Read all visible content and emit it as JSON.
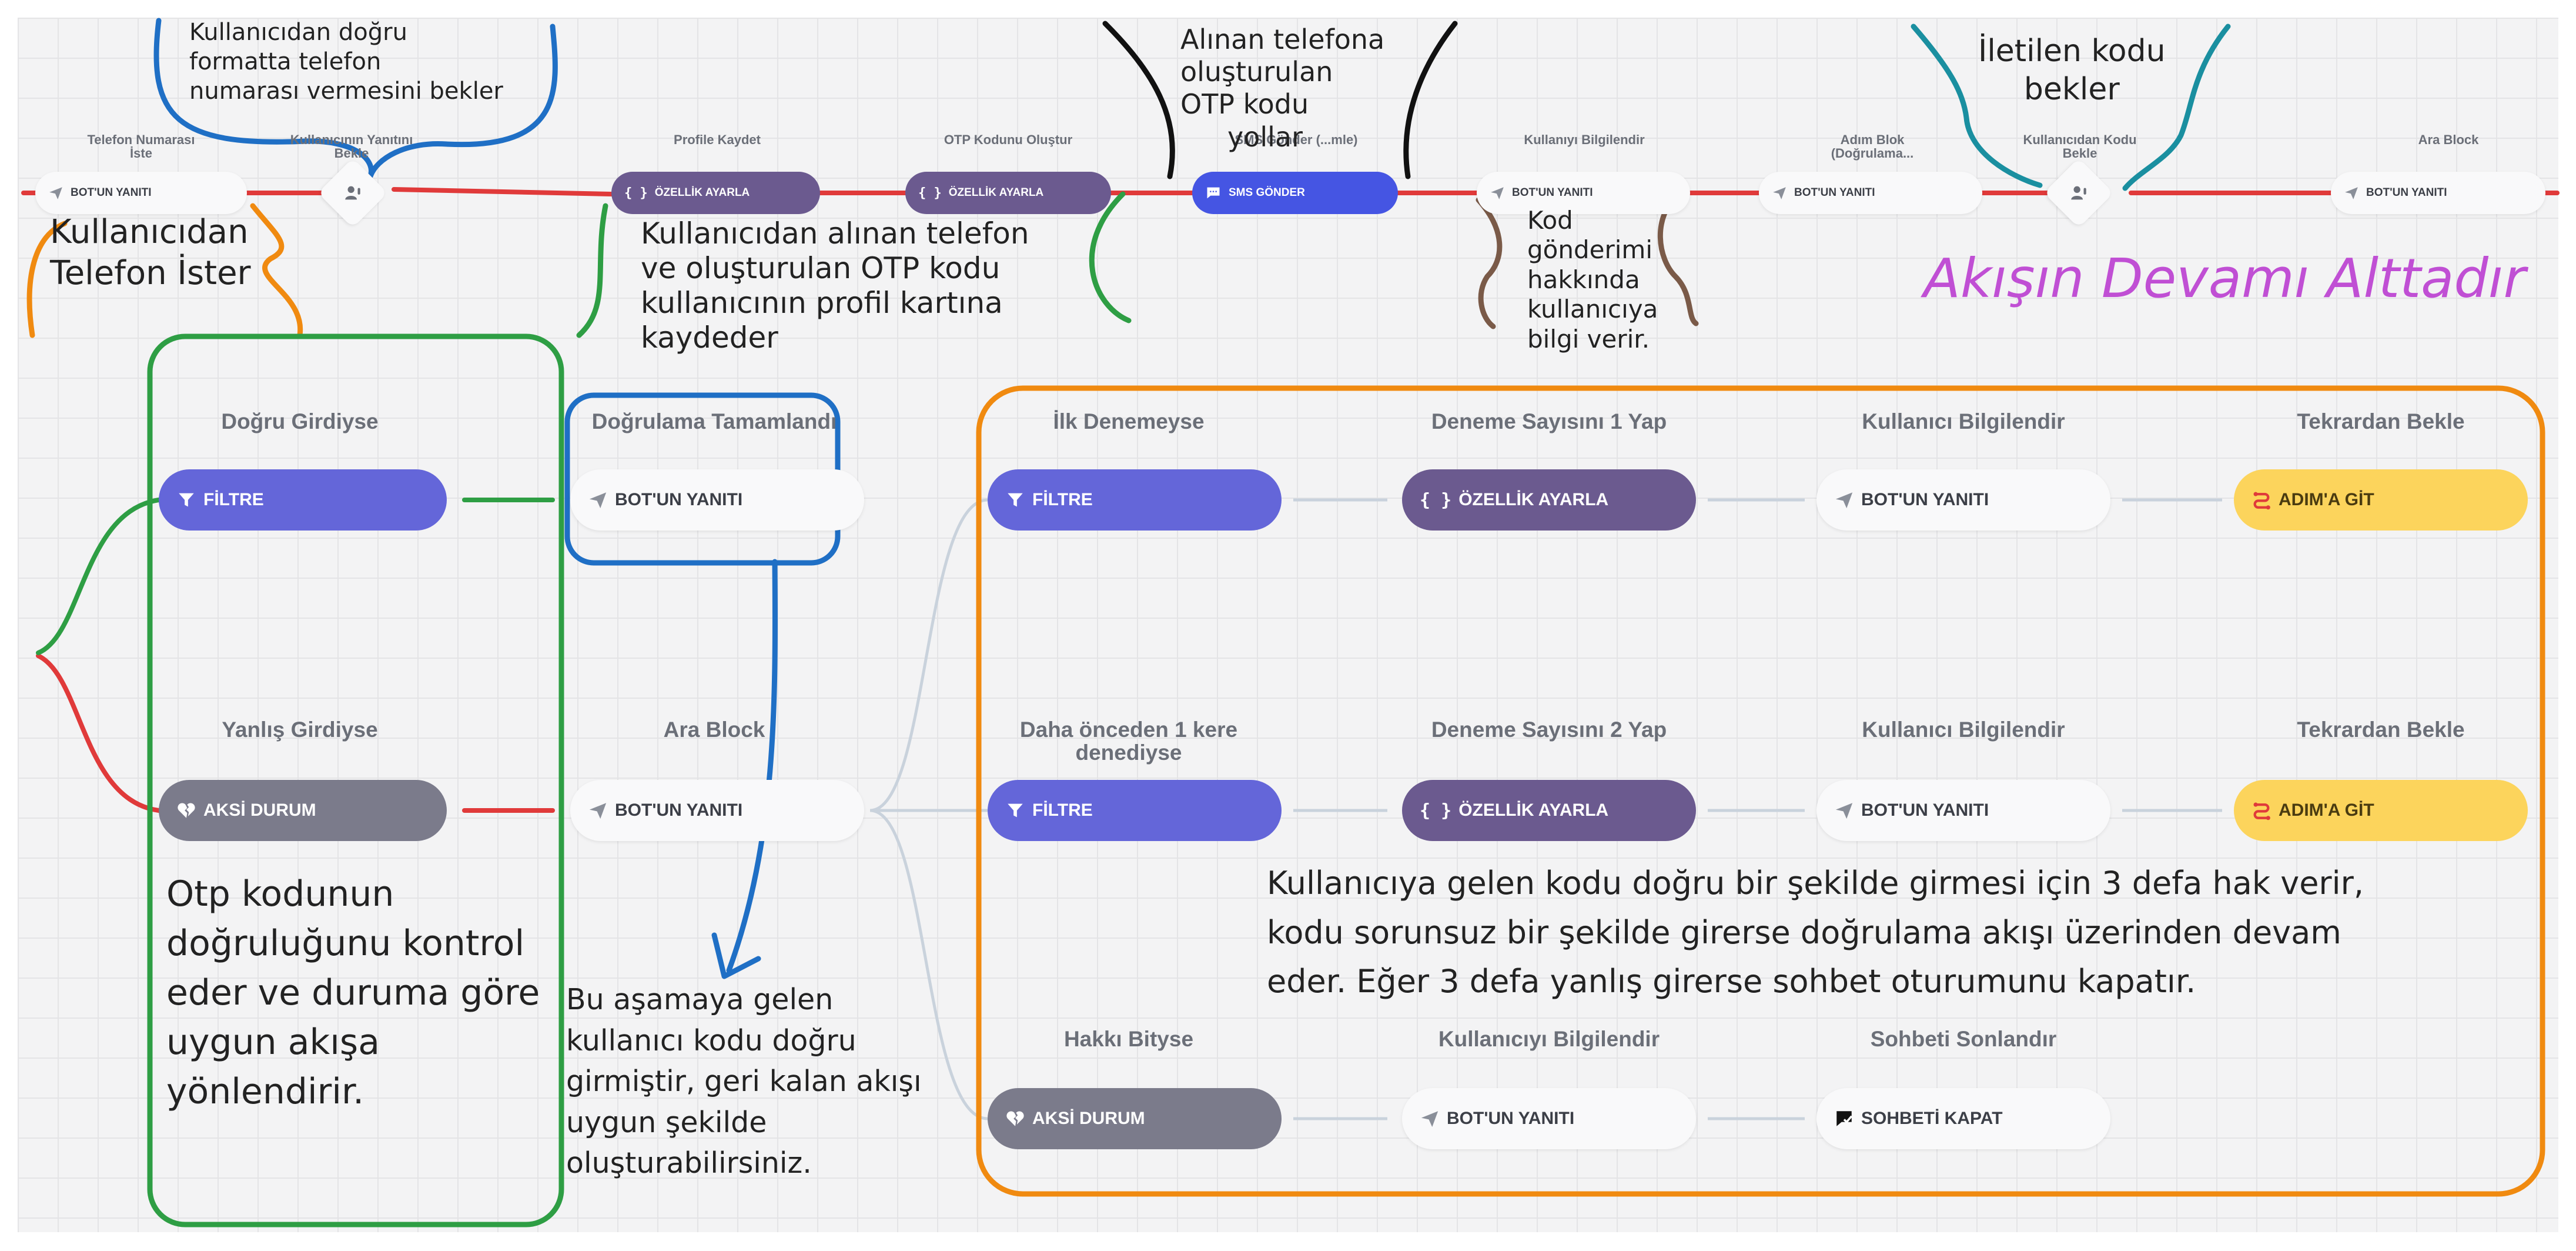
{
  "top_flow": {
    "labels": {
      "phone_request": "Telefon Numarası İste",
      "wait_user_reply": "Kullanıcının Yanıtını Bekle",
      "save_profile": "Profile Kaydet",
      "create_otp": "OTP Kodunu Oluştur",
      "sms_send": "SMS Gönder (...mle)",
      "inform_user": "Kullanıyı Bilgilendir",
      "step_block": "Adım Blok (Doğrulama...",
      "wait_code": "Kullanıcıdan Kodu Bekle",
      "intermediate_block": "Ara Block"
    },
    "nodes": {
      "bot_reply_1": "BOT'UN YANITI",
      "set_property_1": "ÖZELLİK AYARLA",
      "set_property_2": "ÖZELLİK AYARLA",
      "sms_send": "SMS GÖNDER",
      "bot_reply_2": "BOT'UN YANITI",
      "bot_reply_3": "BOT'UN YANITI",
      "bot_reply_4": "BOT'UN YANITI"
    }
  },
  "bottom_flow": {
    "labels": {
      "correct_input": "Doğru Girdiyse",
      "verification_done": "Doğrulama Tamamlandı",
      "first_attempt": "İlk Denemeyse",
      "set_attempt_1": "Deneme Sayısını 1 Yap",
      "inform_user_1": "Kullanıcı Bilgilendir",
      "wait_again_1": "Tekrardan Bekle",
      "wrong_input": "Yanlış Girdiyse",
      "intermediate_block": "Ara Block",
      "tried_once": "Daha önceden 1 kere denediyse",
      "set_attempt_2": "Deneme Sayısını 2 Yap",
      "inform_user_2": "Kullanıcı Bilgilendir",
      "wait_again_2": "Tekrardan Bekle",
      "out_of_rights": "Hakkı Bityse",
      "inform_user_3": "Kullanıcıyı Bilgilendir",
      "end_chat": "Sohbeti Sonlandır"
    },
    "nodes": {
      "filter_correct": "FİLTRE",
      "bot_reply_done": "BOT'UN YANITI",
      "filter_first": "FİLTRE",
      "set_property_attempt_1": "ÖZELLİK AYARLA",
      "bot_reply_inform_1": "BOT'UN YANITI",
      "goto_step_1": "ADIM'A GİT",
      "negative_wrong": "AKSİ DURUM",
      "bot_reply_intermediate": "BOT'UN YANITI",
      "filter_tried_once": "FİLTRE",
      "set_property_attempt_2": "ÖZELLİK AYARLA",
      "bot_reply_inform_2": "BOT'UN YANITI",
      "goto_step_2": "ADIM'A GİT",
      "negative_out_of_rights": "AKSİ DURUM",
      "bot_reply_inform_3": "BOT'UN YANITI",
      "close_chat": "SOHBETİ KAPAT"
    }
  },
  "annotations": {
    "user_phone_format": [
      "Kullanıcıdan doğru",
      "formatta  telefon",
      "numarası vermesini bekler"
    ],
    "asks_phone": [
      "Kullanıcıdan",
      "Telefon İster"
    ],
    "saves_to_profile": [
      "Kullanıcıdan alınan telefon",
      "ve oluşturulan OTP kodu",
      "kullanıcının profil kartına",
      "kaydeder"
    ],
    "sends_otp": [
      "Alınan telefona",
      "oluşturulan",
      "OTP kodu",
      "yollar"
    ],
    "informs_code_sent": [
      "Kod",
      "gönderimi",
      "hakkında",
      "kullanıcıya",
      "bilgi verir."
    ],
    "waits_code": [
      "İletilen kodu",
      "bekler"
    ],
    "continues_below": "Akışın Devamı Alttadır",
    "otp_check": [
      "Otp kodunun",
      "doğruluğunu kontrol",
      "eder ve duruma göre",
      "uygun akışa",
      "yönlendirir."
    ],
    "correct_code_stage": [
      "Bu aşamaya gelen",
      "kullanıcı kodu doğru",
      "girmiştir, geri kalan akışı",
      "uygun şekilde",
      "oluşturabilirsiniz."
    ],
    "three_attempts": [
      "Kullanıcıya gelen kodu doğru bir şekilde  girmesi için 3 defa hak verir,",
      "kodu sorunsuz bir şekilde girerse doğrulama akışı üzerinden devam",
      "eder. Eğer 3 defa yanlış girerse sohbet oturumunu kapatır."
    ]
  },
  "colors": {
    "filter": "#6466d9",
    "property": "#6b5a8f",
    "sms": "#4555e3",
    "negative": "#7b7b8b",
    "goto": "#fcd45c",
    "wire_red": "#e03a3a",
    "wire_green": "#2e9e44",
    "wire_gray": "#c9d2dc",
    "annot_green": "#2e9e44",
    "annot_blue": "#1f6fc5",
    "annot_orange": "#f08a10",
    "annot_teal": "#1a8fa0",
    "annot_brown": "#7a5a48",
    "annot_purple": "#c04fd4"
  }
}
